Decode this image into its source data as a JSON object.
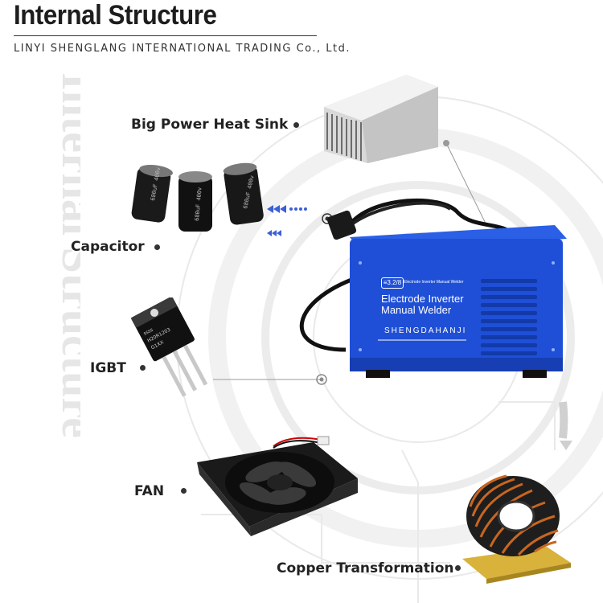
{
  "header": {
    "title": "Internal Structure",
    "company": "LINYI SHENGLANG INTERNATIONAL TRADING Co., Ltd."
  },
  "watermark": {
    "text": "Internal Structure"
  },
  "components": {
    "heat_sink": "Big Power Heat Sink",
    "capacitor": "Capacitor",
    "igbt": "IGBT",
    "fan": "FAN",
    "transformer": "Copper Transformation"
  },
  "welder": {
    "model_badge": "≡3.2/8",
    "panel_small": "Electrode Inverter Manual Welder",
    "line1": "Electrode Inverter",
    "line2": "Manual Welder",
    "brand": "SHENGDAHANJI"
  },
  "colors": {
    "welder_blue": "#1f4fd6",
    "text_dark": "#222222",
    "watermark": "#e6e6e6",
    "copper": "#c9661f"
  }
}
